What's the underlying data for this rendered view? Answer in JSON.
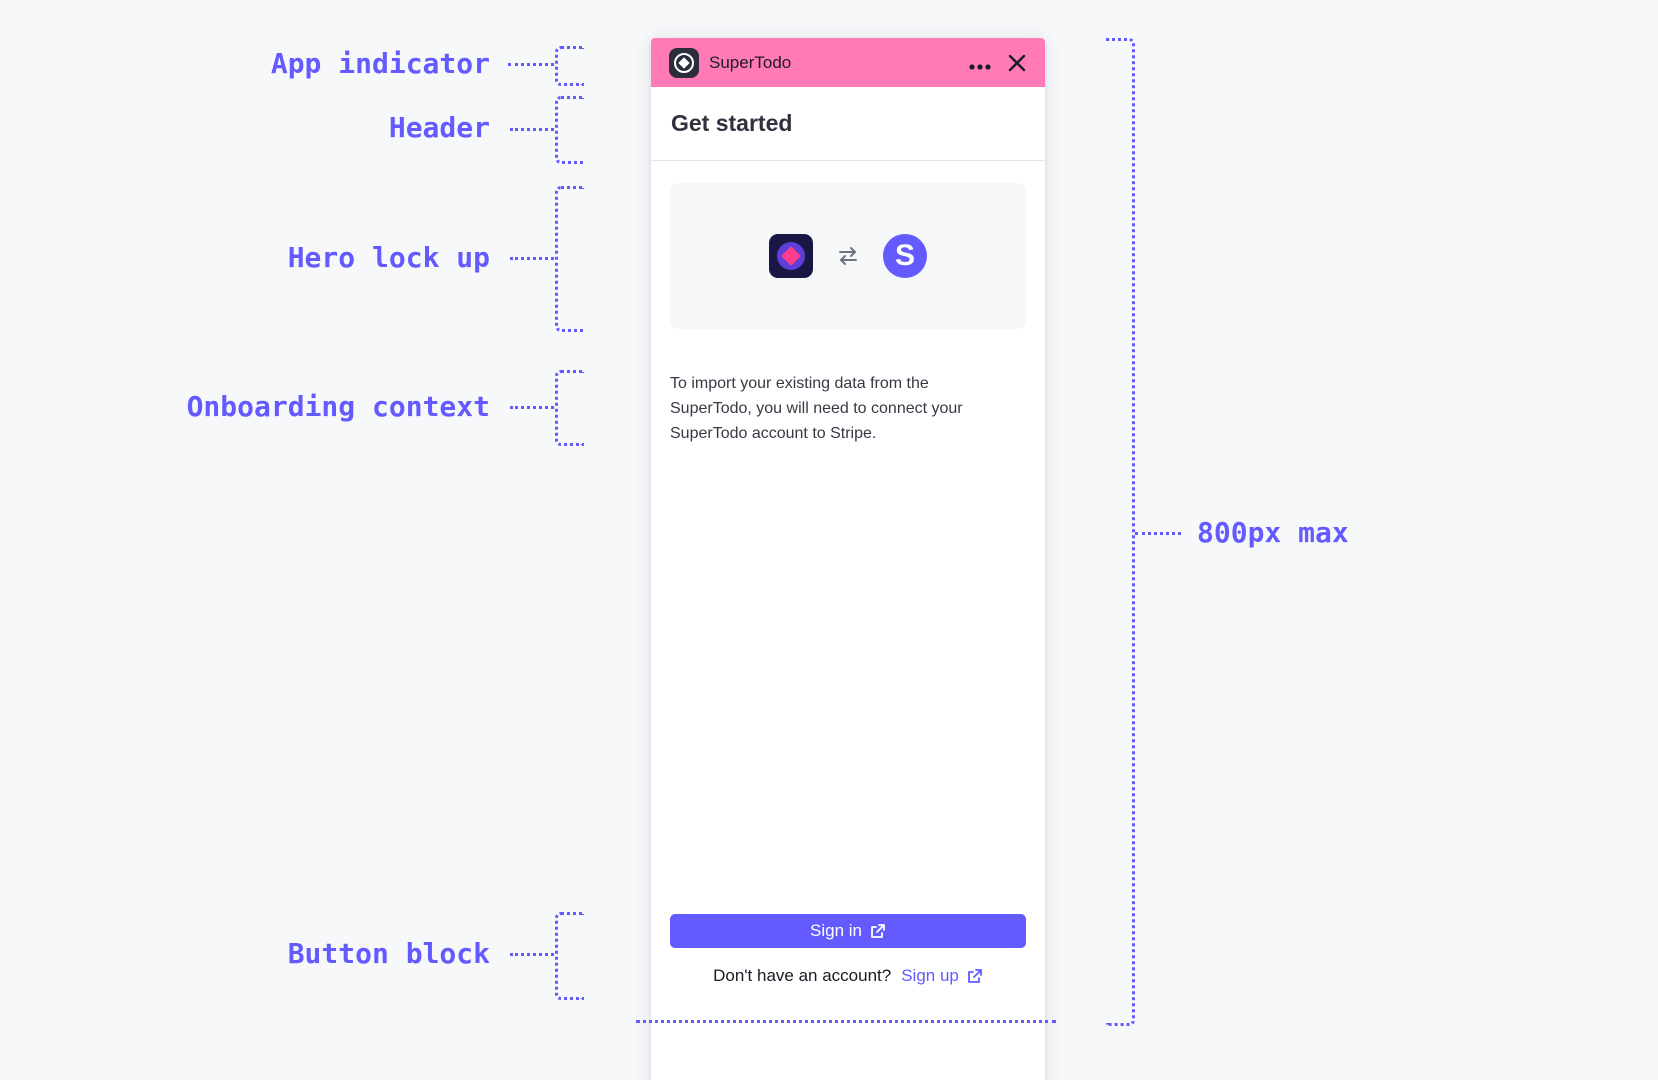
{
  "annotations": {
    "app_indicator": "App indicator",
    "header": "Header",
    "hero_lock_up": "Hero lock up",
    "onboarding_context": "Onboarding context",
    "button_block": "Button block",
    "max_height": "800px max"
  },
  "drawer": {
    "app_name": "SuperTodo",
    "header_title": "Get started",
    "context_text": "To import your existing data from the SuperTodo, you will need to connect your SuperTodo account to Stripe.",
    "stripe_letter": "S",
    "signin_label": "Sign in",
    "no_account_text": "Don't have an account?",
    "signup_label": "Sign up"
  },
  "colors": {
    "accent": "#635bff",
    "app_bar": "#ff7ab7",
    "app_icon_bg": "#1a1744",
    "app_icon_diamond": "#ff3d8b",
    "background": "#f7f8fa"
  },
  "icons": {
    "app_logo": "diamond-logo-icon",
    "more": "more-dots-icon",
    "close": "close-icon",
    "swap": "swap-arrows-icon",
    "external": "external-link-icon"
  }
}
